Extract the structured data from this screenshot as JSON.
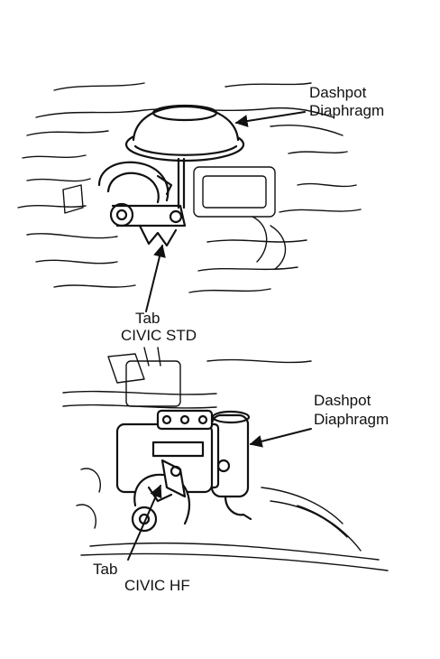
{
  "figure": {
    "top_view": {
      "callout_diaphragm_line1": "Dashpot",
      "callout_diaphragm_line2": "Diaphragm",
      "callout_tab": "Tab",
      "model_label": "CIVIC STD"
    },
    "bottom_view": {
      "callout_diaphragm_line1": "Dashpot",
      "callout_diaphragm_line2": "Diaphragm",
      "callout_tab": "Tab",
      "model_label": "CIVIC HF"
    }
  },
  "colors": {
    "ink": "#111111",
    "paper": "#ffffff"
  }
}
